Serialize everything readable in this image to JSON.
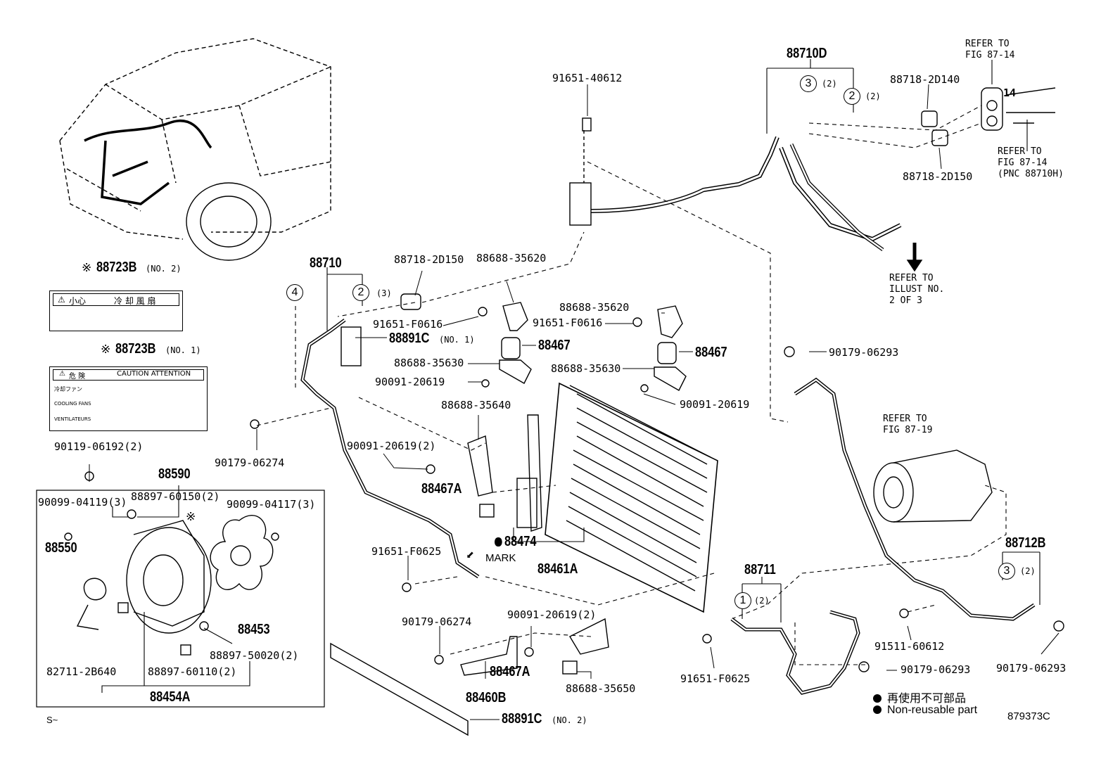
{
  "diagram_id": "879373C",
  "footer_mark": "S~",
  "legend": {
    "jp": "再使用不可部品",
    "en": "Non-reusable part"
  },
  "refs": {
    "fig_87_14_top": "REFER TO\nFIG 87-14",
    "fig_87_14_pnc": "REFER TO\nFIG 87-14\n(PNC 88710H)",
    "illust_2_of_3": "REFER TO\nILLUST NO.\n2 OF 3",
    "fig_87_19": "REFER TO\nFIG 87-19"
  },
  "labels_top": {
    "l88710D": "88710D",
    "l91651_40612": "91651-40612",
    "l88718_2D140": "88718-2D140",
    "l88718_2D150_r": "88718-2D150",
    "q2a": "(2)",
    "q2b": "(2)",
    "l14": "14"
  },
  "labels_center": {
    "l88710": "88710",
    "l88718_2D150": "88718-2D150",
    "l88688_35620_a": "88688-35620",
    "l88688_35620_b": "88688-35620",
    "l91651_F0616_a": "91651-F0616",
    "l91651_F0616_b": "91651-F0616",
    "l88891C_1": "88891C",
    "l88891C_1_sub": "(NO. 1)",
    "l88467_a": "88467",
    "l88467_b": "88467",
    "l88688_35630_a": "88688-35630",
    "l88688_35630_b": "88688-35630",
    "l90091_20619_a": "90091-20619",
    "l90091_20619_b": "90091-20619",
    "l88688_35640": "88688-35640",
    "l90091_20619_2a": "90091-20619(2)",
    "l88467A_a": "88467A",
    "l88474": "88474",
    "l91651_F0625_a": "91651-F0625",
    "l88461A": "88461A",
    "mark": "MARK",
    "q3": "(3)",
    "l90179_06274_a": "90179-06274",
    "l90119_06192": "90119-06192(2)"
  },
  "labels_bottom": {
    "l90179_06274_b": "90179-06274",
    "l90091_20619_2b": "90091-20619(2)",
    "l88467A_b": "88467A",
    "l88460B": "88460B",
    "l88688_35650": "88688-35650",
    "l88891C_2": "88891C",
    "l88891C_2_sub": "(NO. 2)",
    "l88711": "88711",
    "l91651_F0625_b": "91651-F0625",
    "l90179_06293_a": "90179-06293",
    "l90179_06293_b": "90179-06293",
    "l90179_06293_c": "90179-06293",
    "l91511_60612": "91511-60612",
    "l88712B": "88712B",
    "q2c": "(2)",
    "q2d": "(2)"
  },
  "labels_left": {
    "l88723B_2": "88723B",
    "l88723B_2_sub": "(NO. 2)",
    "l88723B_1": "88723B",
    "l88723B_1_sub": "(NO. 1)",
    "asterisk": "※",
    "l88590": "88590",
    "l90099_04119": "90099-04119(3)",
    "l88897_60150": "88897-60150(2)",
    "l90099_04117": "90099-04117(3)",
    "l88550": "88550",
    "l88453": "88453",
    "l88897_50020": "88897-50020(2)",
    "l82711_2B640": "82711-2B640",
    "l88897_60110": "88897-60110(2)",
    "l88454A": "88454A"
  },
  "tag_text": {
    "t2_left": "小心",
    "t2_right": "冷 却 風 扇",
    "t1_left": "危 険",
    "t1_right": "CAUTION  ATTENTION",
    "t1_rows": [
      "冷却ファン",
      "COOLING FANS",
      "VENTILATEURS"
    ]
  },
  "circled": {
    "c1": "1",
    "c2": "2",
    "c3": "3",
    "c4": "4"
  }
}
